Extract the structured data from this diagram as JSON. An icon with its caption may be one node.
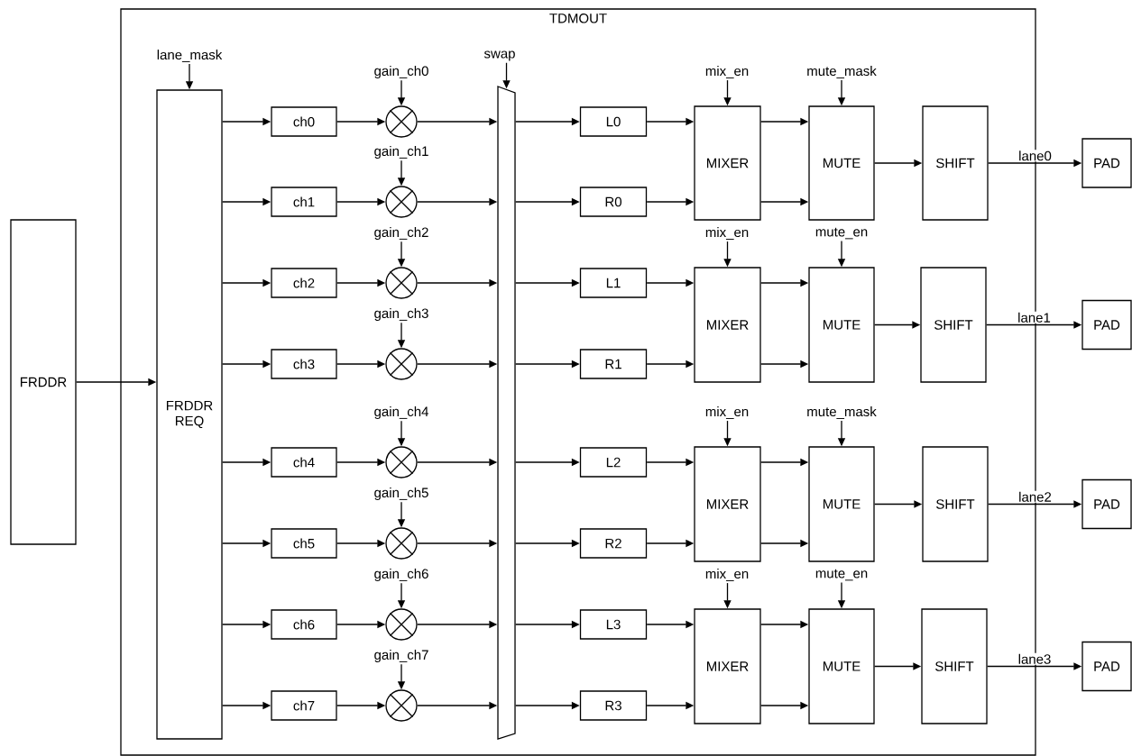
{
  "diagram": {
    "nodes": [
      {
        "text": [
          "TDMOUT"
        ]
      },
      {
        "text": [
          "FRDDR"
        ]
      },
      {
        "text": [
          "lane_mask"
        ],
        "in": 0
      },
      {
        "text": [
          "FRDDR REQ"
        ],
        "in": 0
      },
      {
        "text": [
          "ch0"
        ],
        "in": 0
      },
      {
        "text": [
          "ch1"
        ],
        "in": 0
      },
      {
        "text": [
          "ch2"
        ],
        "in": 0
      },
      {
        "text": [
          "ch3"
        ],
        "in": 0
      },
      {
        "text": [
          "ch4"
        ],
        "in": 0
      },
      {
        "text": [
          "ch5"
        ],
        "in": 0
      },
      {
        "text": [
          "ch6"
        ],
        "in": 0
      },
      {
        "text": [
          "ch7"
        ],
        "in": 0
      },
      {
        "text": [
          "gain_ch0"
        ],
        "in": 0
      },
      {
        "text": [
          "gain_ch1"
        ],
        "in": 0
      },
      {
        "text": [
          "gain_ch2"
        ],
        "in": 0
      },
      {
        "text": [
          "gain_ch3"
        ],
        "in": 0
      },
      {
        "text": [
          "gain_ch4"
        ],
        "in": 0
      },
      {
        "text": [
          "gain_ch5"
        ],
        "in": 0
      },
      {
        "text": [
          "gain_ch6"
        ],
        "in": 0
      },
      {
        "text": [
          "gain_ch7"
        ],
        "in": 0
      },
      {
        "text": [],
        "shape": "circle",
        "in": 0
      },
      {
        "text": [],
        "shape": "circle",
        "in": 0
      },
      {
        "text": [],
        "shape": "circle",
        "in": 0
      },
      {
        "text": [],
        "shape": "circle",
        "in": 0
      },
      {
        "text": [],
        "shape": "circle",
        "in": 0
      },
      {
        "text": [],
        "shape": "circle",
        "in": 0
      },
      {
        "text": [],
        "shape": "circle",
        "in": 0
      },
      {
        "text": [],
        "shape": "circle",
        "in": 0
      },
      {
        "text": [
          "swap"
        ],
        "in": 0
      },
      {
        "text": [],
        "shape": "trapezoid",
        "in": 0
      },
      {
        "text": [
          "L0"
        ],
        "in": 0
      },
      {
        "text": [
          "R0"
        ],
        "in": 0
      },
      {
        "text": [
          "L1"
        ],
        "in": 0
      },
      {
        "text": [
          "R1"
        ],
        "in": 0
      },
      {
        "text": [
          "L2"
        ],
        "in": 0
      },
      {
        "text": [
          "R2"
        ],
        "in": 0
      },
      {
        "text": [
          "L3"
        ],
        "in": 0
      },
      {
        "text": [
          "R3"
        ],
        "in": 0
      },
      {
        "text": [
          "mix_en"
        ],
        "in": 0
      },
      {
        "text": [
          "mix_en"
        ],
        "in": 0
      },
      {
        "text": [
          "mix_en"
        ],
        "in": 0
      },
      {
        "text": [
          "mix_en"
        ],
        "in": 0
      },
      {
        "text": [
          "mute_mask"
        ],
        "in": 0
      },
      {
        "text": [
          "mute_en"
        ],
        "in": 0
      },
      {
        "text": [
          "mute_mask"
        ],
        "in": 0
      },
      {
        "text": [
          "mute_en"
        ],
        "in": 0
      },
      {
        "text": [
          "MIXER"
        ],
        "in": 0
      },
      {
        "text": [
          "MIXER"
        ],
        "in": 0
      },
      {
        "text": [
          "MIXER"
        ],
        "in": 0
      },
      {
        "text": [
          "MIXER"
        ],
        "in": 0
      },
      {
        "text": [
          "MUTE"
        ],
        "in": 0
      },
      {
        "text": [
          "MUTE"
        ],
        "in": 0
      },
      {
        "text": [
          "MUTE"
        ],
        "in": 0
      },
      {
        "text": [
          "MUTE"
        ],
        "in": 0
      },
      {
        "text": [
          "SHIFT"
        ],
        "in": 0
      },
      {
        "text": [
          "SHIFT"
        ],
        "in": 0
      },
      {
        "text": [
          "SHIFT"
        ],
        "in": 0
      },
      {
        "text": [
          "SHIFT"
        ],
        "in": 0
      },
      {
        "text": [
          "PAD"
        ]
      },
      {
        "text": [
          "PAD"
        ]
      },
      {
        "text": [
          "PAD"
        ]
      },
      {
        "text": [
          "PAD"
        ]
      }
    ],
    "edges": [
      {
        "from": 1,
        "to": 3,
        "arrow": "to"
      },
      {
        "from": 2,
        "to": 3,
        "arrow": "to"
      },
      {
        "from": 3,
        "to": 4,
        "arrow": "to"
      },
      {
        "from": 3,
        "to": 5,
        "arrow": "to"
      },
      {
        "from": 3,
        "to": 6,
        "arrow": "to"
      },
      {
        "from": 3,
        "to": 7,
        "arrow": "to"
      },
      {
        "from": 3,
        "to": 8,
        "arrow": "to"
      },
      {
        "from": 3,
        "to": 9,
        "arrow": "to"
      },
      {
        "from": 3,
        "to": 10,
        "arrow": "to"
      },
      {
        "from": 3,
        "to": 11,
        "arrow": "to"
      },
      {
        "from": 4,
        "to": 20,
        "arrow": "to"
      },
      {
        "from": 5,
        "to": 21,
        "arrow": "to"
      },
      {
        "from": 6,
        "to": 22,
        "arrow": "to"
      },
      {
        "from": 7,
        "to": 23,
        "arrow": "to"
      },
      {
        "from": 8,
        "to": 24,
        "arrow": "to"
      },
      {
        "from": 9,
        "to": 25,
        "arrow": "to"
      },
      {
        "from": 10,
        "to": 26,
        "arrow": "to"
      },
      {
        "from": 11,
        "to": 27,
        "arrow": "to"
      },
      {
        "from": 12,
        "to": 20,
        "arrow": "to"
      },
      {
        "from": 13,
        "to": 21,
        "arrow": "to"
      },
      {
        "from": 14,
        "to": 22,
        "arrow": "to"
      },
      {
        "from": 15,
        "to": 23,
        "arrow": "to"
      },
      {
        "from": 16,
        "to": 24,
        "arrow": "to"
      },
      {
        "from": 17,
        "to": 25,
        "arrow": "to"
      },
      {
        "from": 18,
        "to": 26,
        "arrow": "to"
      },
      {
        "from": 19,
        "to": 27,
        "arrow": "to"
      },
      {
        "from": 20,
        "to": 29,
        "arrow": "to"
      },
      {
        "from": 21,
        "to": 29,
        "arrow": "to"
      },
      {
        "from": 22,
        "to": 29,
        "arrow": "to"
      },
      {
        "from": 23,
        "to": 29,
        "arrow": "to"
      },
      {
        "from": 24,
        "to": 29,
        "arrow": "to"
      },
      {
        "from": 25,
        "to": 29,
        "arrow": "to"
      },
      {
        "from": 26,
        "to": 29,
        "arrow": "to"
      },
      {
        "from": 27,
        "to": 29,
        "arrow": "to"
      },
      {
        "from": 28,
        "to": 29,
        "arrow": "to"
      },
      {
        "from": 29,
        "to": 30,
        "arrow": "to"
      },
      {
        "from": 29,
        "to": 31,
        "arrow": "to"
      },
      {
        "from": 29,
        "to": 32,
        "arrow": "to"
      },
      {
        "from": 29,
        "to": 33,
        "arrow": "to"
      },
      {
        "from": 29,
        "to": 34,
        "arrow": "to"
      },
      {
        "from": 29,
        "to": 35,
        "arrow": "to"
      },
      {
        "from": 29,
        "to": 36,
        "arrow": "to"
      },
      {
        "from": 29,
        "to": 37,
        "arrow": "to"
      },
      {
        "from": 30,
        "to": 46,
        "arrow": "to"
      },
      {
        "from": 31,
        "to": 46,
        "arrow": "to"
      },
      {
        "from": 32,
        "to": 47,
        "arrow": "to"
      },
      {
        "from": 33,
        "to": 47,
        "arrow": "to"
      },
      {
        "from": 34,
        "to": 48,
        "arrow": "to"
      },
      {
        "from": 35,
        "to": 48,
        "arrow": "to"
      },
      {
        "from": 36,
        "to": 49,
        "arrow": "to"
      },
      {
        "from": 37,
        "to": 49,
        "arrow": "to"
      },
      {
        "from": 38,
        "to": 46,
        "arrow": "to"
      },
      {
        "from": 39,
        "to": 47,
        "arrow": "to"
      },
      {
        "from": 40,
        "to": 48,
        "arrow": "to"
      },
      {
        "from": 41,
        "to": 49,
        "arrow": "to"
      },
      {
        "from": 46,
        "to": 50,
        "arrow": "to"
      },
      {
        "from": 46,
        "to": 50,
        "arrow": "to"
      },
      {
        "from": 47,
        "to": 51,
        "arrow": "to"
      },
      {
        "from": 47,
        "to": 51,
        "arrow": "to"
      },
      {
        "from": 48,
        "to": 52,
        "arrow": "to"
      },
      {
        "from": 48,
        "to": 52,
        "arrow": "to"
      },
      {
        "from": 49,
        "to": 53,
        "arrow": "to"
      },
      {
        "from": 49,
        "to": 53,
        "arrow": "to"
      },
      {
        "from": 42,
        "to": 50,
        "arrow": "to"
      },
      {
        "from": 43,
        "to": 51,
        "arrow": "to"
      },
      {
        "from": 44,
        "to": 52,
        "arrow": "to"
      },
      {
        "from": 45,
        "to": 53,
        "arrow": "to"
      },
      {
        "from": 50,
        "to": 54,
        "arrow": "to"
      },
      {
        "from": 51,
        "to": 55,
        "arrow": "to"
      },
      {
        "from": 52,
        "to": 56,
        "arrow": "to"
      },
      {
        "from": 53,
        "to": 57,
        "arrow": "to"
      },
      {
        "from": 54,
        "to": 58,
        "arrow": "to",
        "label": "lane0"
      },
      {
        "from": 55,
        "to": 59,
        "arrow": "to",
        "label": "lane1"
      },
      {
        "from": 56,
        "to": 60,
        "arrow": "to",
        "label": "lane2"
      },
      {
        "from": 57,
        "to": 61,
        "arrow": "to",
        "label": "lane3"
      }
    ]
  }
}
